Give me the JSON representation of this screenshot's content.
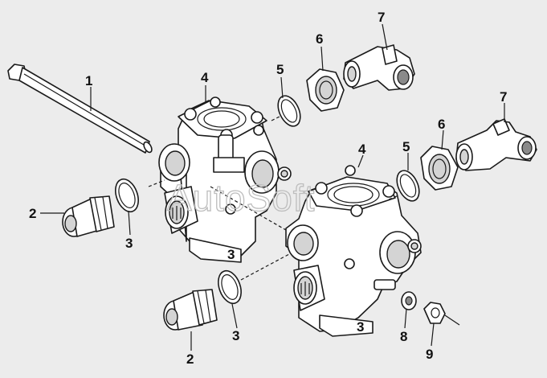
{
  "watermark": "AutoSoft",
  "callouts": {
    "c1": "1",
    "c2a": "2",
    "c2b": "2",
    "c3a": "3",
    "c3b": "3",
    "c4a": "4",
    "c4b": "4",
    "c5a": "5",
    "c5b": "5",
    "c6a": "6",
    "c6b": "6",
    "c7a": "7",
    "c7b": "7",
    "c8": "8",
    "c9": "9",
    "body3a": "3",
    "body3b": "3"
  }
}
